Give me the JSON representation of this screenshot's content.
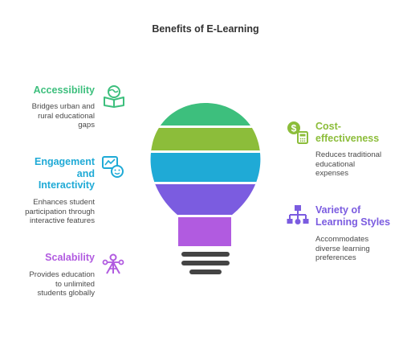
{
  "title": "Benefits of E-Learning",
  "colors": {
    "green": "#3dbf7d",
    "lime": "#8cbd3a",
    "blue": "#1faad6",
    "purple": "#7b5ce0",
    "magenta": "#b15be0",
    "base": "#444444"
  },
  "benefits": [
    {
      "heading": [
        "Accessibility"
      ],
      "desc": [
        "Bridges urban and",
        "rural educational",
        "gaps"
      ],
      "icon": "globe-book-icon",
      "color": "#3dbf7d"
    },
    {
      "heading": [
        "Engagement",
        "and",
        "Interactivity"
      ],
      "desc": [
        "Enhances student",
        "participation through",
        "interactive features"
      ],
      "icon": "interactive-chart-icon",
      "color": "#1faad6"
    },
    {
      "heading": [
        "Scalability"
      ],
      "desc": [
        "Provides education",
        "to unlimited",
        "students globally"
      ],
      "icon": "network-tower-icon",
      "color": "#b15be0"
    },
    {
      "heading": [
        "Cost-",
        "effectiveness"
      ],
      "desc": [
        "Reduces traditional",
        "educational",
        "expenses"
      ],
      "icon": "dollar-calculator-icon",
      "color": "#8cbd3a"
    },
    {
      "heading": [
        "Variety of",
        "Learning Styles"
      ],
      "desc": [
        "Accommodates",
        "diverse learning",
        "preferences"
      ],
      "icon": "hierarchy-icon",
      "color": "#7b5ce0"
    }
  ]
}
